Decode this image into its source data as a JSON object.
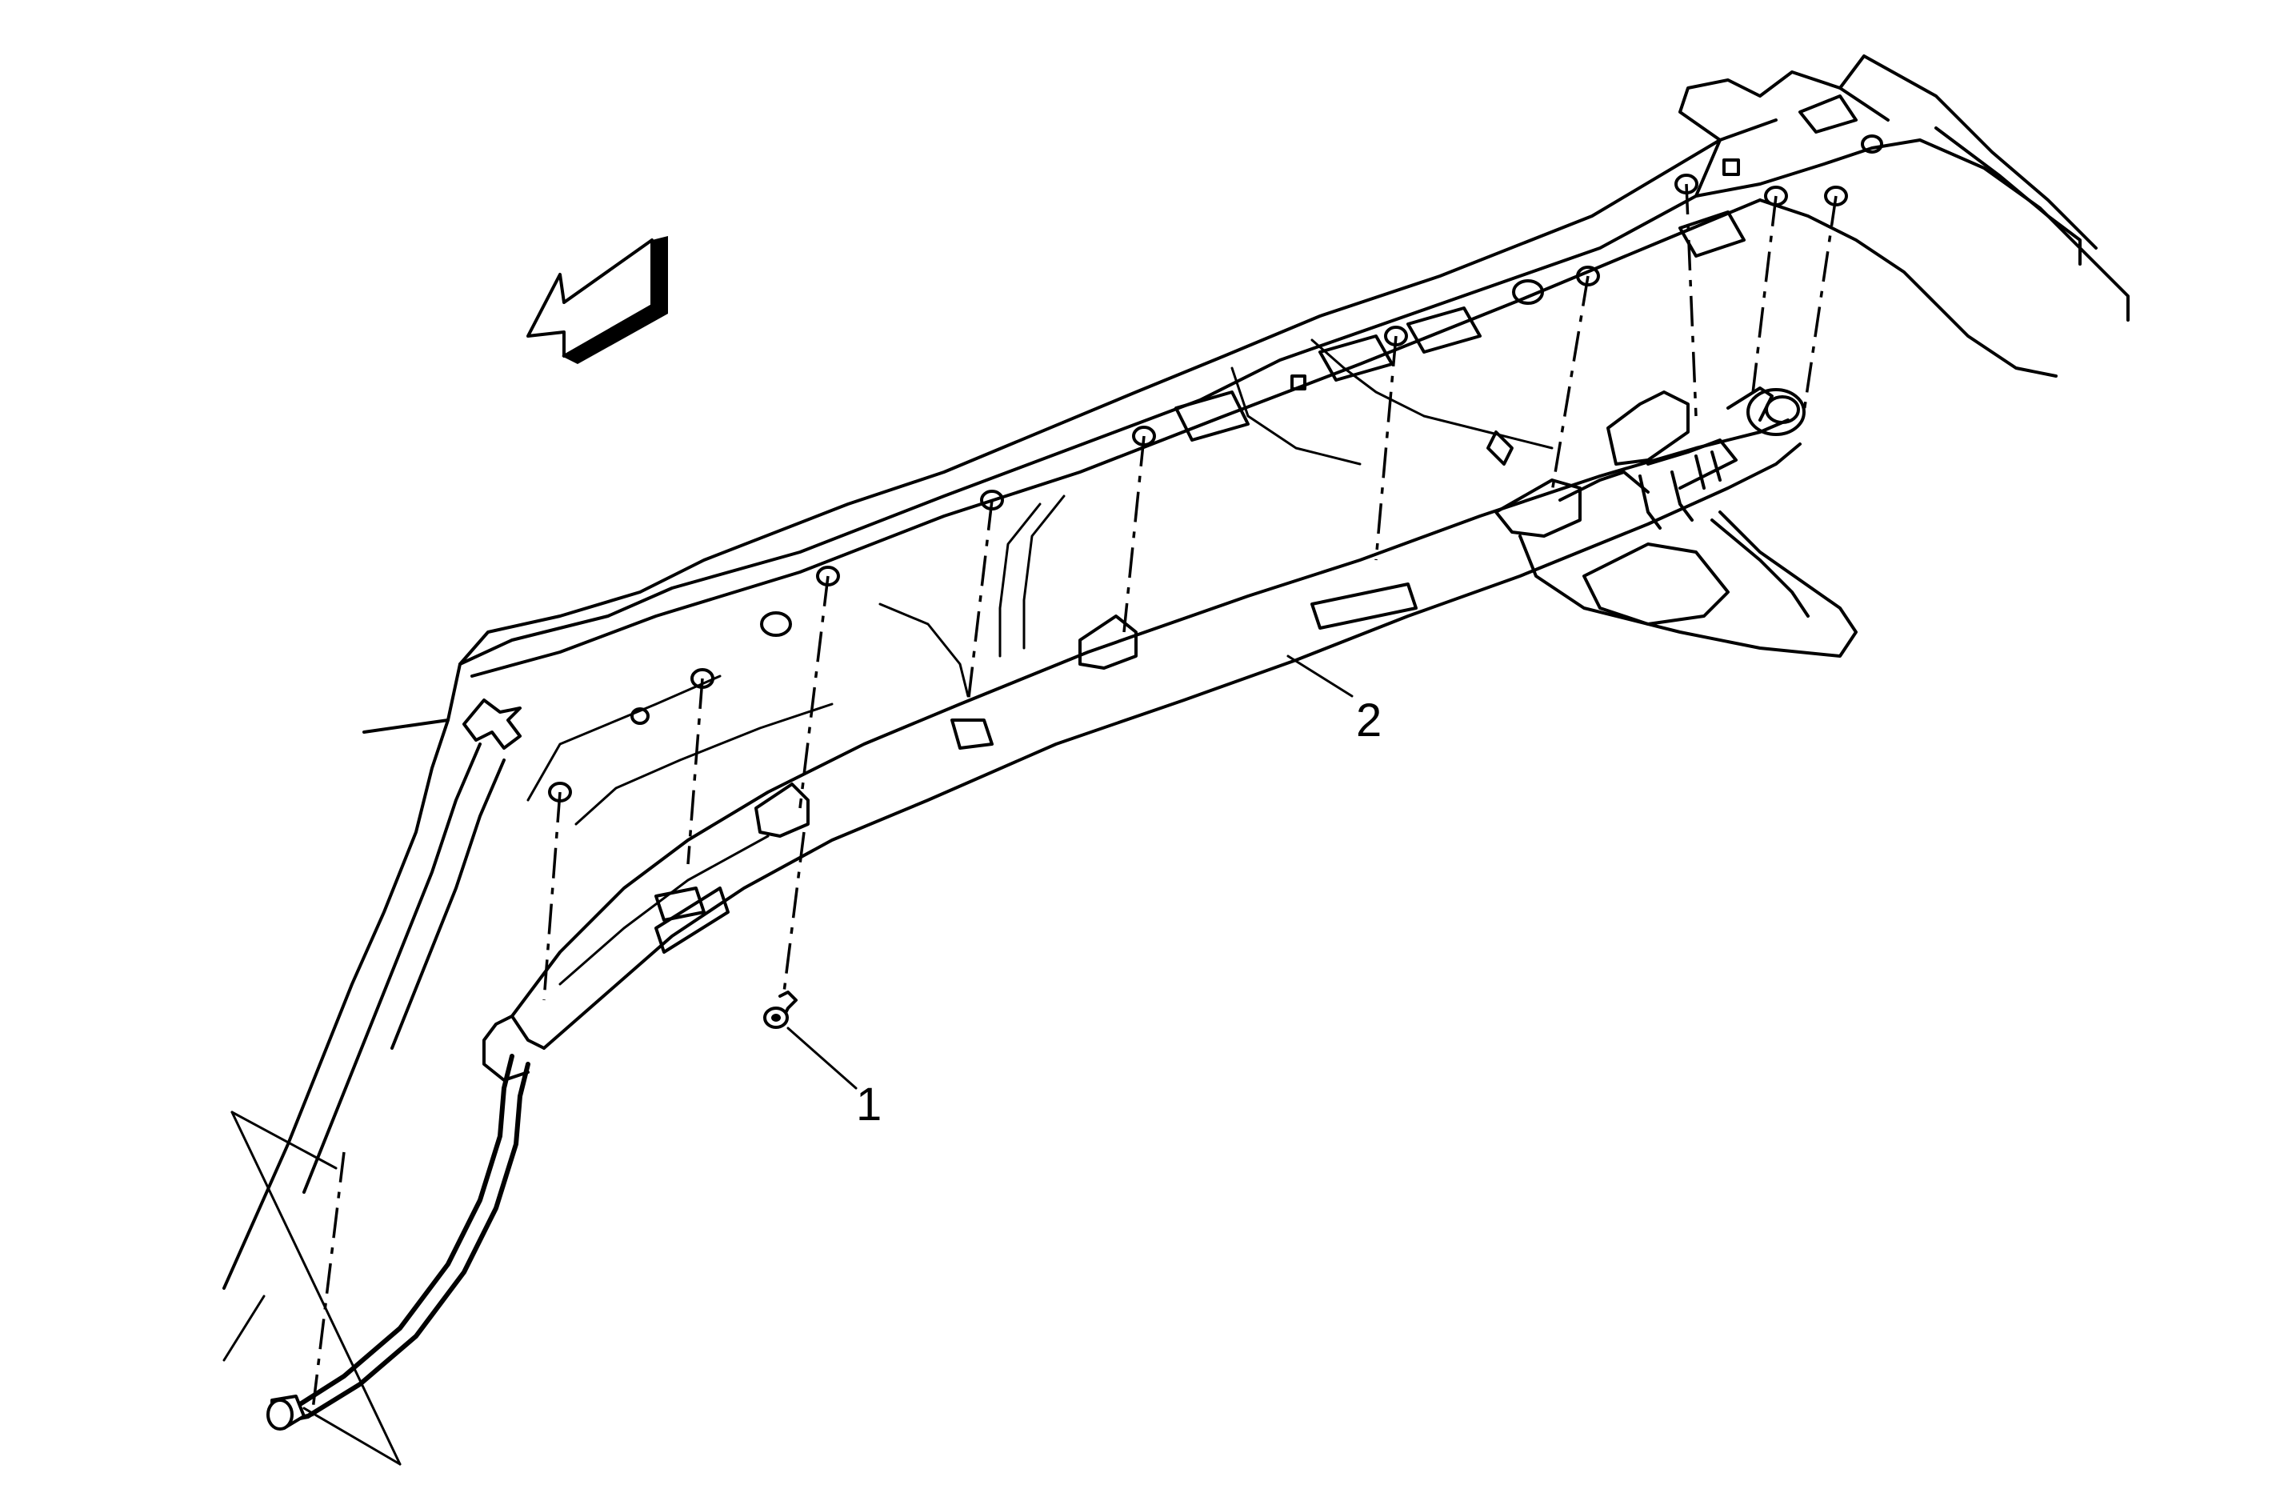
{
  "callouts": [
    {
      "id": "1",
      "label": "1"
    },
    {
      "id": "2",
      "label": "2"
    }
  ],
  "colors": {
    "line": "#000000",
    "background": "#ffffff"
  },
  "icons": {
    "direction": "front-direction-arrow-icon"
  }
}
